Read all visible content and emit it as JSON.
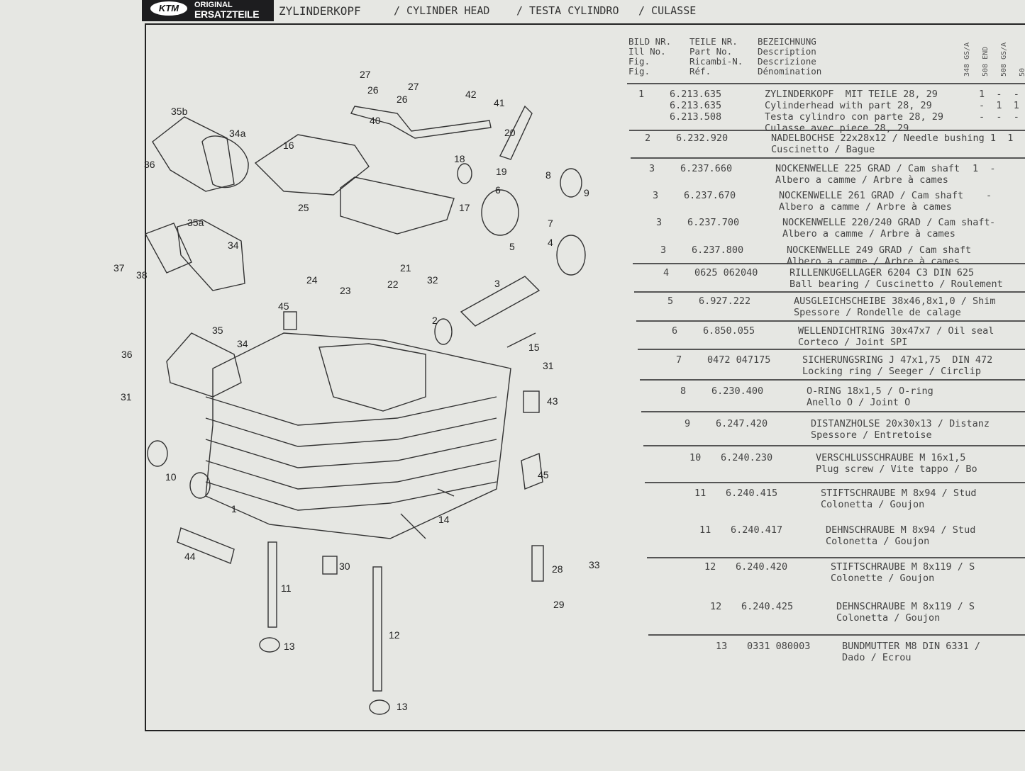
{
  "header": {
    "logo_brand": "KTM",
    "logo_line1": "ORIGINAL",
    "logo_line2": "ERSATZTEILE",
    "title_de": "ZYLINDERKOPF",
    "title_en": "/ CYLINDER HEAD",
    "title_it": "/ TESTA CYLINDRO",
    "title_fr": "/ CULASSE"
  },
  "table_header": {
    "col1": "BILD NR.\nIll No.\nFig.\nFig.",
    "col2": "TEILE NR.\nPart No.\nRicambi-N.\nRéf.",
    "col3": "BEZEICHNUNG\nDescription\nDescrizione\nDénomination",
    "models": [
      "348 GS/A",
      "508 END",
      "508 GS/A",
      "50"
    ]
  },
  "rows": [
    {
      "fig": "1",
      "part": "6.213.635\n6.213.635\n6.213.508",
      "desc": "ZYLINDERKOPF  MIT TEILE 28, 29\nCylinderhead with part 28, 29\nTesta cylindro con parte 28, 29\nCulasse avec piece 28, 29",
      "qty": "1  -  -\n-  1  1\n-  -  -"
    },
    {
      "fig": "2",
      "part": "6.232.920",
      "desc": "NADELBOCHSE 22x28x12 / Needle bushing 1  1\nCuscinetto / Bague",
      "qty": ""
    },
    {
      "fig": "3",
      "part": "6.237.660",
      "desc": "NOCKENWELLE 225 GRAD / Cam shaft\nAlbero a camme / Arbre à cames",
      "qty": "1  -"
    },
    {
      "fig": "3",
      "part": "6.237.670",
      "desc": "NOCKENWELLE 261 GRAD / Cam shaft\nAlbero a camme / Arbre à cames",
      "qty": "-"
    },
    {
      "fig": "3",
      "part": "6.237.700",
      "desc": "NOCKENWELLE 220/240 GRAD / Cam shaft\nAlbero a camme / Arbre à cames",
      "qty": "-"
    },
    {
      "fig": "3",
      "part": "6.237.800",
      "desc": "NOCKENWELLE 249 GRAD / Cam shaft\nAlbero a camme / Arbre à cames",
      "qty": ""
    },
    {
      "fig": "4",
      "part": "0625 062040",
      "desc": "RILLENKUGELLAGER 6204 C3 DIN 625\nBall bearing / Cuscinetto / Roulement",
      "qty": ""
    },
    {
      "fig": "5",
      "part": "6.927.222",
      "desc": "AUSGLEICHSCHEIBE 38x46,8x1,0 / Shim\nSpessore / Rondelle de calage",
      "qty": ""
    },
    {
      "fig": "6",
      "part": "6.850.055",
      "desc": "WELLENDICHTRING 30x47x7 / Oil seal\nCorteco / Joint SPI",
      "qty": ""
    },
    {
      "fig": "7",
      "part": "0472 047175",
      "desc": "SICHERUNGSRING J 47x1,75  DIN 472\nLocking ring / Seeger / Circlip",
      "qty": ""
    },
    {
      "fig": "8",
      "part": "6.230.400",
      "desc": "O-RING 18x1,5 / O-ring\nAnello O / Joint O",
      "qty": ""
    },
    {
      "fig": "9",
      "part": "6.247.420",
      "desc": "DISTANZHOLSE 20x30x13 / Distanz\nSpessore / Entretoise",
      "qty": ""
    },
    {
      "fig": "10",
      "part": "6.240.230",
      "desc": "VERSCHLUSSCHRAUBE M 16x1,5\nPlug screw / Vite tappo / Bo",
      "qty": ""
    },
    {
      "fig": "11",
      "part": "6.240.415",
      "desc": "STIFTSCHRAUBE M 8x94 / Stud\nColonetta / Goujon",
      "qty": ""
    },
    {
      "fig": "11",
      "part": "6.240.417",
      "desc": "DEHNSCHRAUBE M 8x94 / Stud\nColonetta / Goujon",
      "qty": ""
    },
    {
      "fig": "12",
      "part": "6.240.420",
      "desc": "STIFTSCHRAUBE M 8x119 / S\nColonette / Goujon",
      "qty": ""
    },
    {
      "fig": "12",
      "part": "6.240.425",
      "desc": "DEHNSCHRAUBE M 8x119 / S\nColonetta / Goujon",
      "qty": ""
    },
    {
      "fig": "13",
      "part": "0331 080003",
      "desc": "BUNDMUTTER M8 DIN 6331 /\nDado / Ecrou",
      "qty": ""
    }
  ],
  "callouts": [
    "27",
    "26",
    "27",
    "26",
    "42",
    "41",
    "40",
    "35b",
    "34a",
    "16",
    "20",
    "18",
    "19",
    "36",
    "8",
    "6",
    "9",
    "17",
    "25",
    "35a",
    "34",
    "7",
    "5",
    "4",
    "37",
    "38",
    "21",
    "24",
    "23",
    "22",
    "32",
    "3",
    "45",
    "2",
    "35",
    "34",
    "15",
    "31",
    "36",
    "31",
    "43",
    "10",
    "45",
    "1",
    "14",
    "44",
    "30",
    "28",
    "33",
    "11",
    "29",
    "12",
    "13",
    "13"
  ]
}
